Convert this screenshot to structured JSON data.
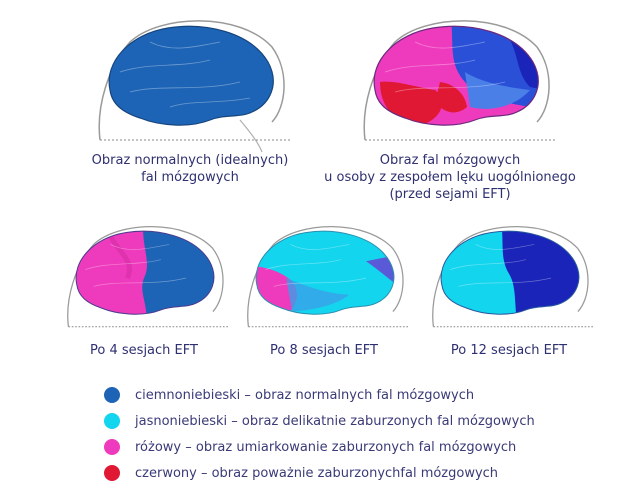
{
  "colors": {
    "dark_blue": "#1e64b6",
    "light_blue": "#14d5ee",
    "pink": "#ee3bbd",
    "red": "#e01834",
    "navy": "#1a24b8",
    "head_outline": "#9a9a9a",
    "caption_text": "#2f3070"
  },
  "panels": [
    {
      "key": "normal",
      "caption_lines": [
        "Obraz normalnych (idealnych)",
        "fal mózgowych"
      ]
    },
    {
      "key": "before",
      "caption_lines": [
        "Obraz fal mózgowych",
        "u osoby z zespołem lęku uogólnionego",
        "(przed sejami EFT)"
      ]
    },
    {
      "key": "after4",
      "caption_lines": [
        "Po 4 sesjach EFT"
      ]
    },
    {
      "key": "after8",
      "caption_lines": [
        "Po 8 sesjach EFT"
      ]
    },
    {
      "key": "after12",
      "caption_lines": [
        "Po 12 sesjach EFT"
      ]
    }
  ],
  "legend": [
    {
      "color": "#1e64b6",
      "icon": "dark-blue-dot-icon",
      "label": "ciemnoniebieski – obraz normalnych fal mózgowych"
    },
    {
      "color": "#14d5ee",
      "icon": "light-blue-dot-icon",
      "label": "jasnoniebieski – obraz delikatnie zaburzonych fal mózgowych"
    },
    {
      "color": "#ee3bbd",
      "icon": "pink-dot-icon",
      "label": "różowy – obraz umiarkowanie zaburzonych fal mózgowych"
    },
    {
      "color": "#e01834",
      "icon": "red-dot-icon",
      "label": "czerwony – obraz poważnie zaburzonychfal mózgowych"
    }
  ]
}
